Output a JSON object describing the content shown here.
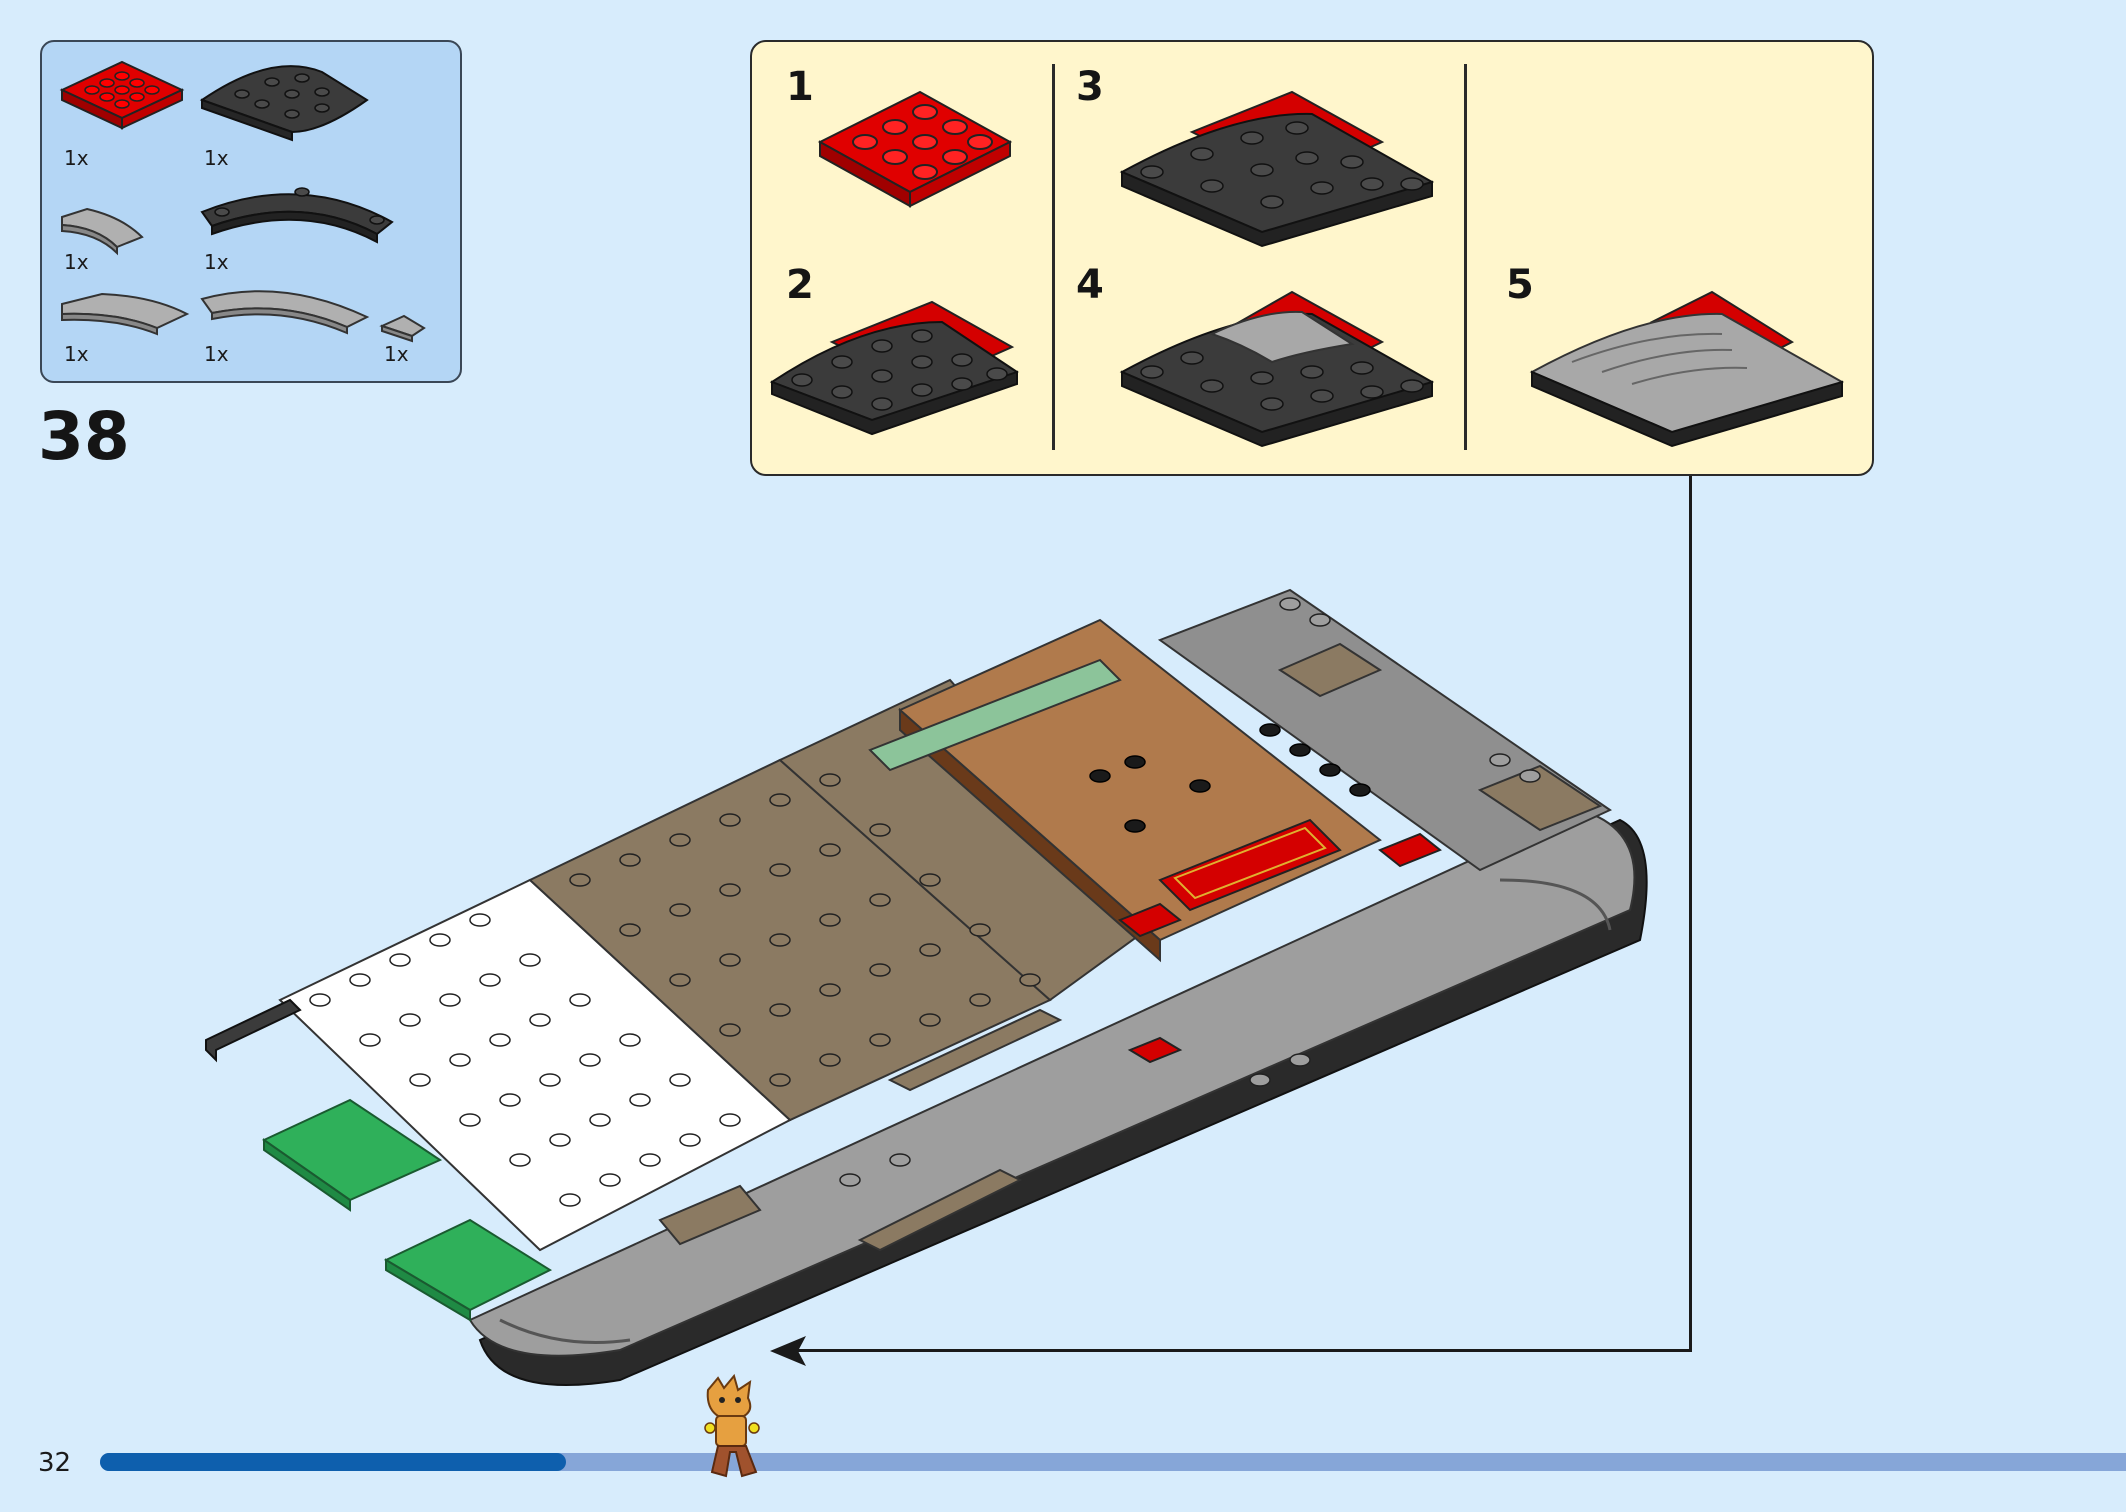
{
  "parts_list": {
    "items": [
      {
        "name": "red-plate-3x3",
        "qty": "1x",
        "color": "#d40000"
      },
      {
        "name": "dark-gray-quarter-round-plate",
        "qty": "1x",
        "color": "#3b3b3b"
      },
      {
        "name": "light-gray-curved-tile-small",
        "qty": "1x",
        "color": "#a0a0a0"
      },
      {
        "name": "dark-gray-curved-plate-arc",
        "qty": "1x",
        "color": "#3b3b3b"
      },
      {
        "name": "light-gray-curved-tile-medium",
        "qty": "1x",
        "color": "#a0a0a0"
      },
      {
        "name": "light-gray-curved-tile-large",
        "qty": "1x",
        "color": "#a0a0a0"
      },
      {
        "name": "light-gray-wedge-tile",
        "qty": "1x",
        "color": "#a0a0a0"
      }
    ]
  },
  "step": {
    "number": "38"
  },
  "sub_steps": [
    {
      "number": "1"
    },
    {
      "number": "2"
    },
    {
      "number": "3"
    },
    {
      "number": "4"
    },
    {
      "number": "5"
    }
  ],
  "footer": {
    "page_number": "32",
    "progress_percent": 23
  },
  "colors": {
    "background": "#d7ecfc",
    "parts_box": "#b4d6f5",
    "sub_box": "#fff6cc",
    "progress_fill": "#0e5fad",
    "progress_track": "#86a6d8",
    "red": "#d40000",
    "dark_gray": "#3b3b3b",
    "light_gray": "#a0a0a0",
    "tan": "#8b7a62",
    "brown": "#b07a4c",
    "white": "#ffffff",
    "green": "#2fb05a"
  }
}
